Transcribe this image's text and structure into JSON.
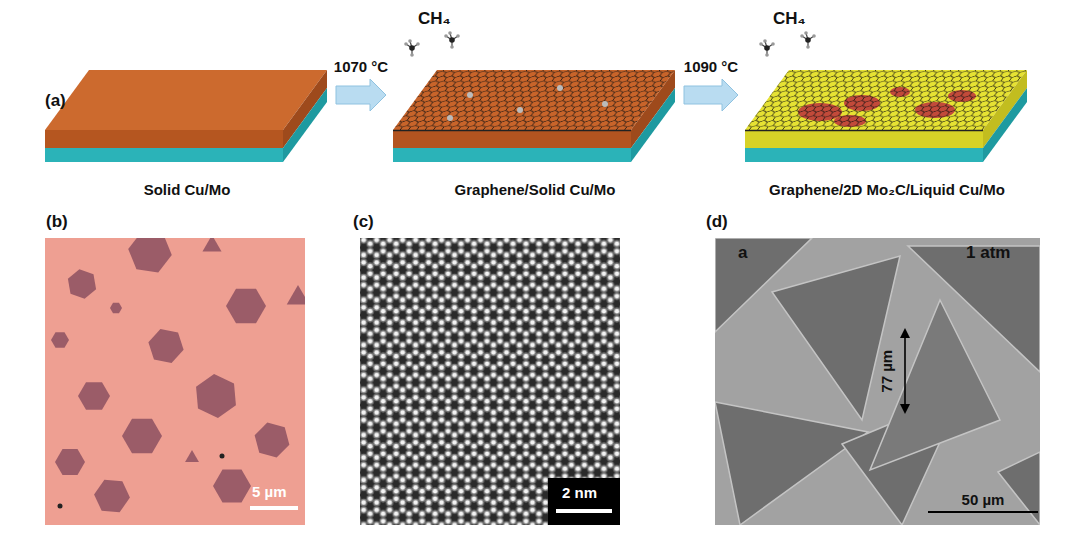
{
  "diagram": {
    "nodes": [
      {
        "text": [
          "Solid Cu/Mo"
        ]
      },
      {
        "text": [
          "Graphene/Solid Cu/Mo"
        ]
      },
      {
        "text": [
          "Graphene/2D Mo₂C/Liquid Cu/Mo"
        ]
      }
    ],
    "edges": [
      {
        "from": 0,
        "to": 1,
        "arrow": "to",
        "label": "1070 °C"
      },
      {
        "from": 1,
        "to": 2,
        "arrow": "to",
        "label": "1090 °C"
      }
    ],
    "labels": [
      "CH₄",
      "CH₄",
      "(a)",
      "(b)",
      "5 µm",
      "(c)",
      "2 nm",
      "(d)",
      "a",
      "1 atm",
      "77 µm",
      "50 µm"
    ]
  }
}
